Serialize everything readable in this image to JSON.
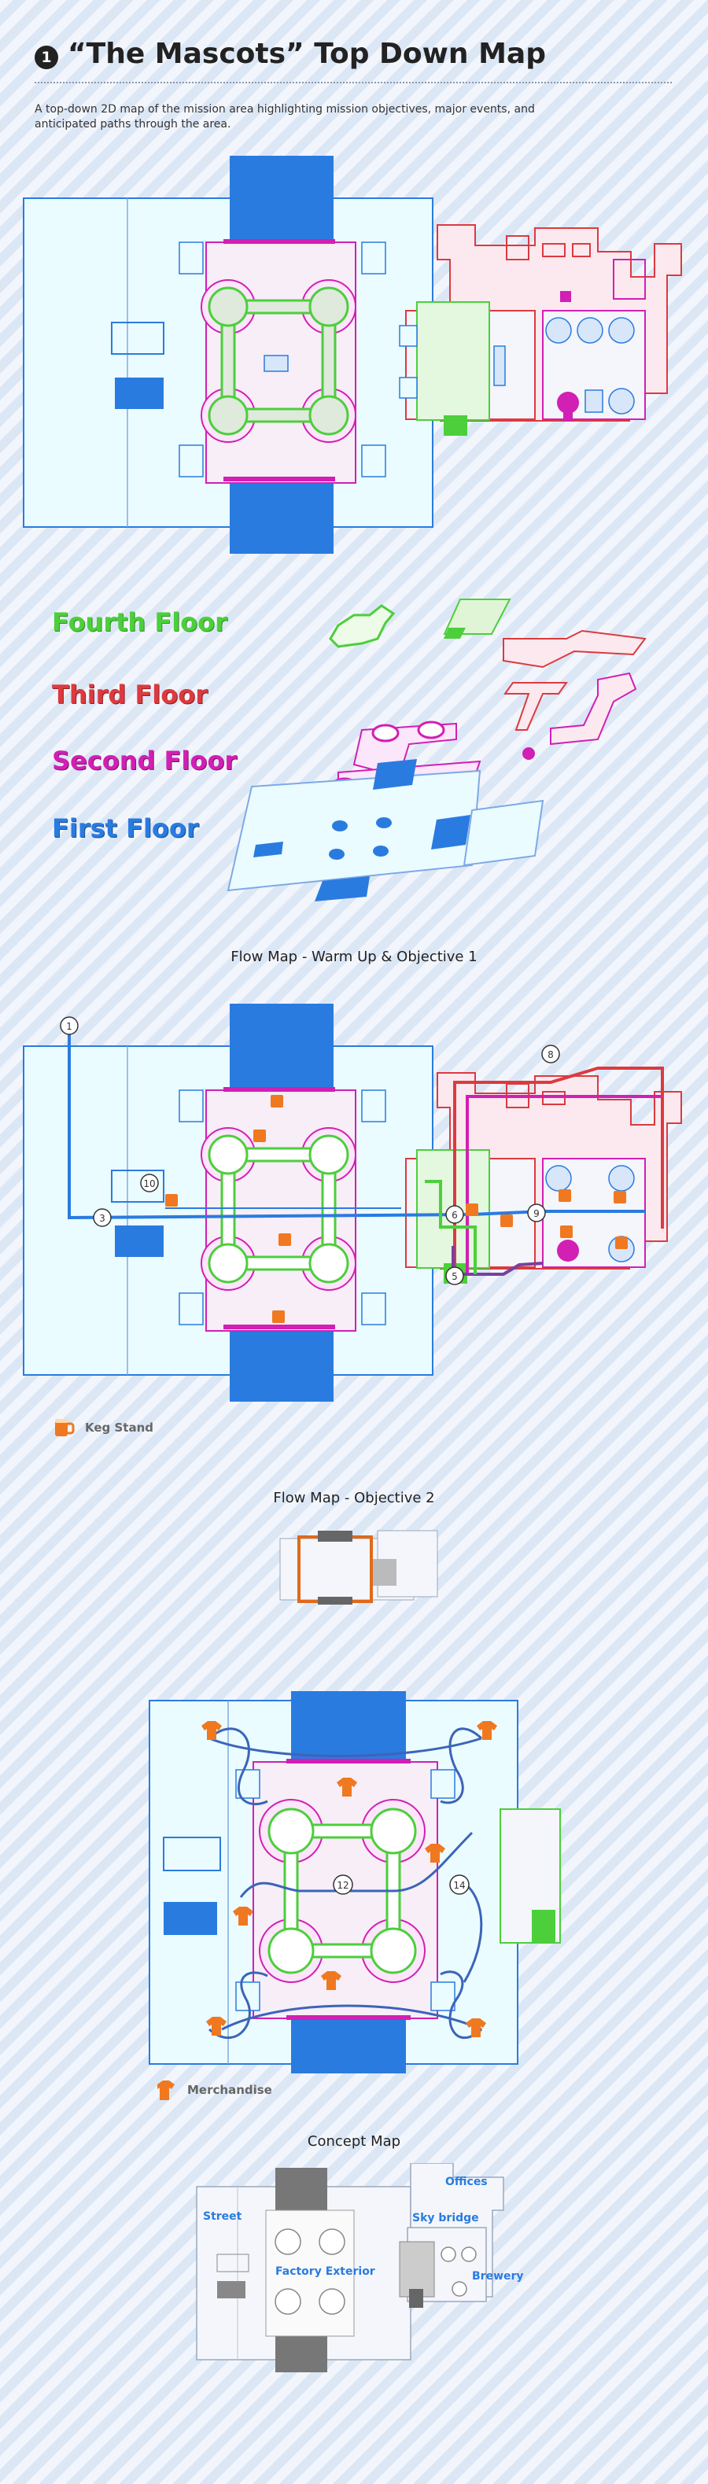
{
  "header": {
    "number": "1",
    "title": "“The Mascots” Top Down Map",
    "description": "A top-down 2D map of the mission area highlighting mission objectives, major events, and anticipated paths through the area."
  },
  "floors": {
    "fourth": "Fourth Floor",
    "third": "Third Floor",
    "second": "Second Floor",
    "first": "First Floor"
  },
  "flow1": {
    "title": "Flow Map - Warm Up & Objective 1",
    "markers": [
      "1",
      "3",
      "5",
      "6",
      "8",
      "9",
      "10"
    ],
    "legend": "Keg Stand"
  },
  "flow2": {
    "title": "Flow Map - Objective 2",
    "markers": [
      "12",
      "14"
    ],
    "legend": "Merchandise"
  },
  "concept": {
    "title": "Concept Map",
    "labels": {
      "street": "Street",
      "offices": "Offices",
      "sky_bridge": "Sky bridge",
      "factory_exterior": "Factory Exterior",
      "brewery": "Brewery"
    }
  },
  "colors": {
    "first_floor": "#2a7be0",
    "second_floor": "#d21fb4",
    "third_floor": "#dc3a3f",
    "fourth_floor": "#4ccf3b",
    "keg": "#f07820"
  },
  "icons": {
    "keg": "beer-mug-icon",
    "merchandise": "t-shirt-icon"
  }
}
